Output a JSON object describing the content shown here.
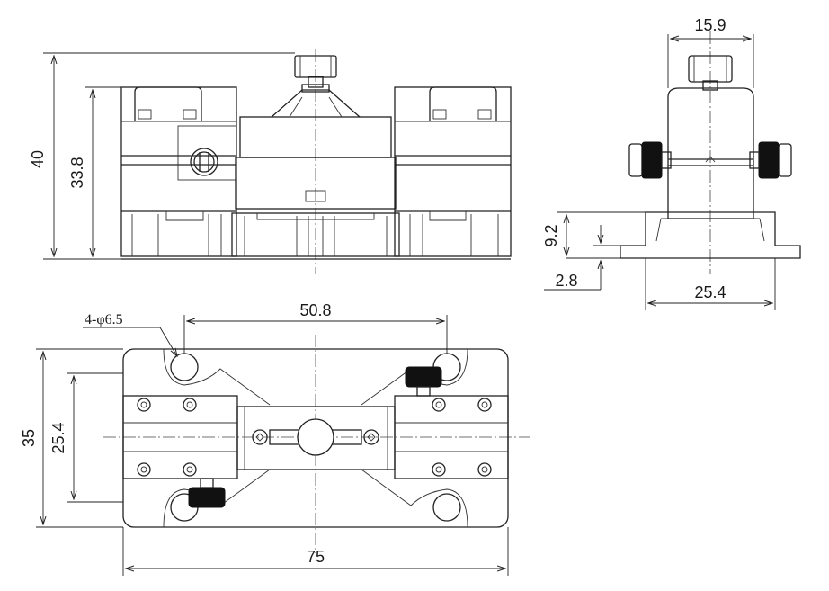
{
  "dimensions": {
    "front_height_overall": "40",
    "front_height_body": "33.8",
    "side_width_top": "15.9",
    "side_height_mount": "9.2",
    "side_base_thickness": "2.8",
    "side_base_width": "25.4",
    "plan_hole_spacing": "50.8",
    "plan_hole_callout": "4-φ6.5",
    "plan_height_overall": "35",
    "plan_height_inner": "25.4",
    "plan_width_overall": "75"
  }
}
